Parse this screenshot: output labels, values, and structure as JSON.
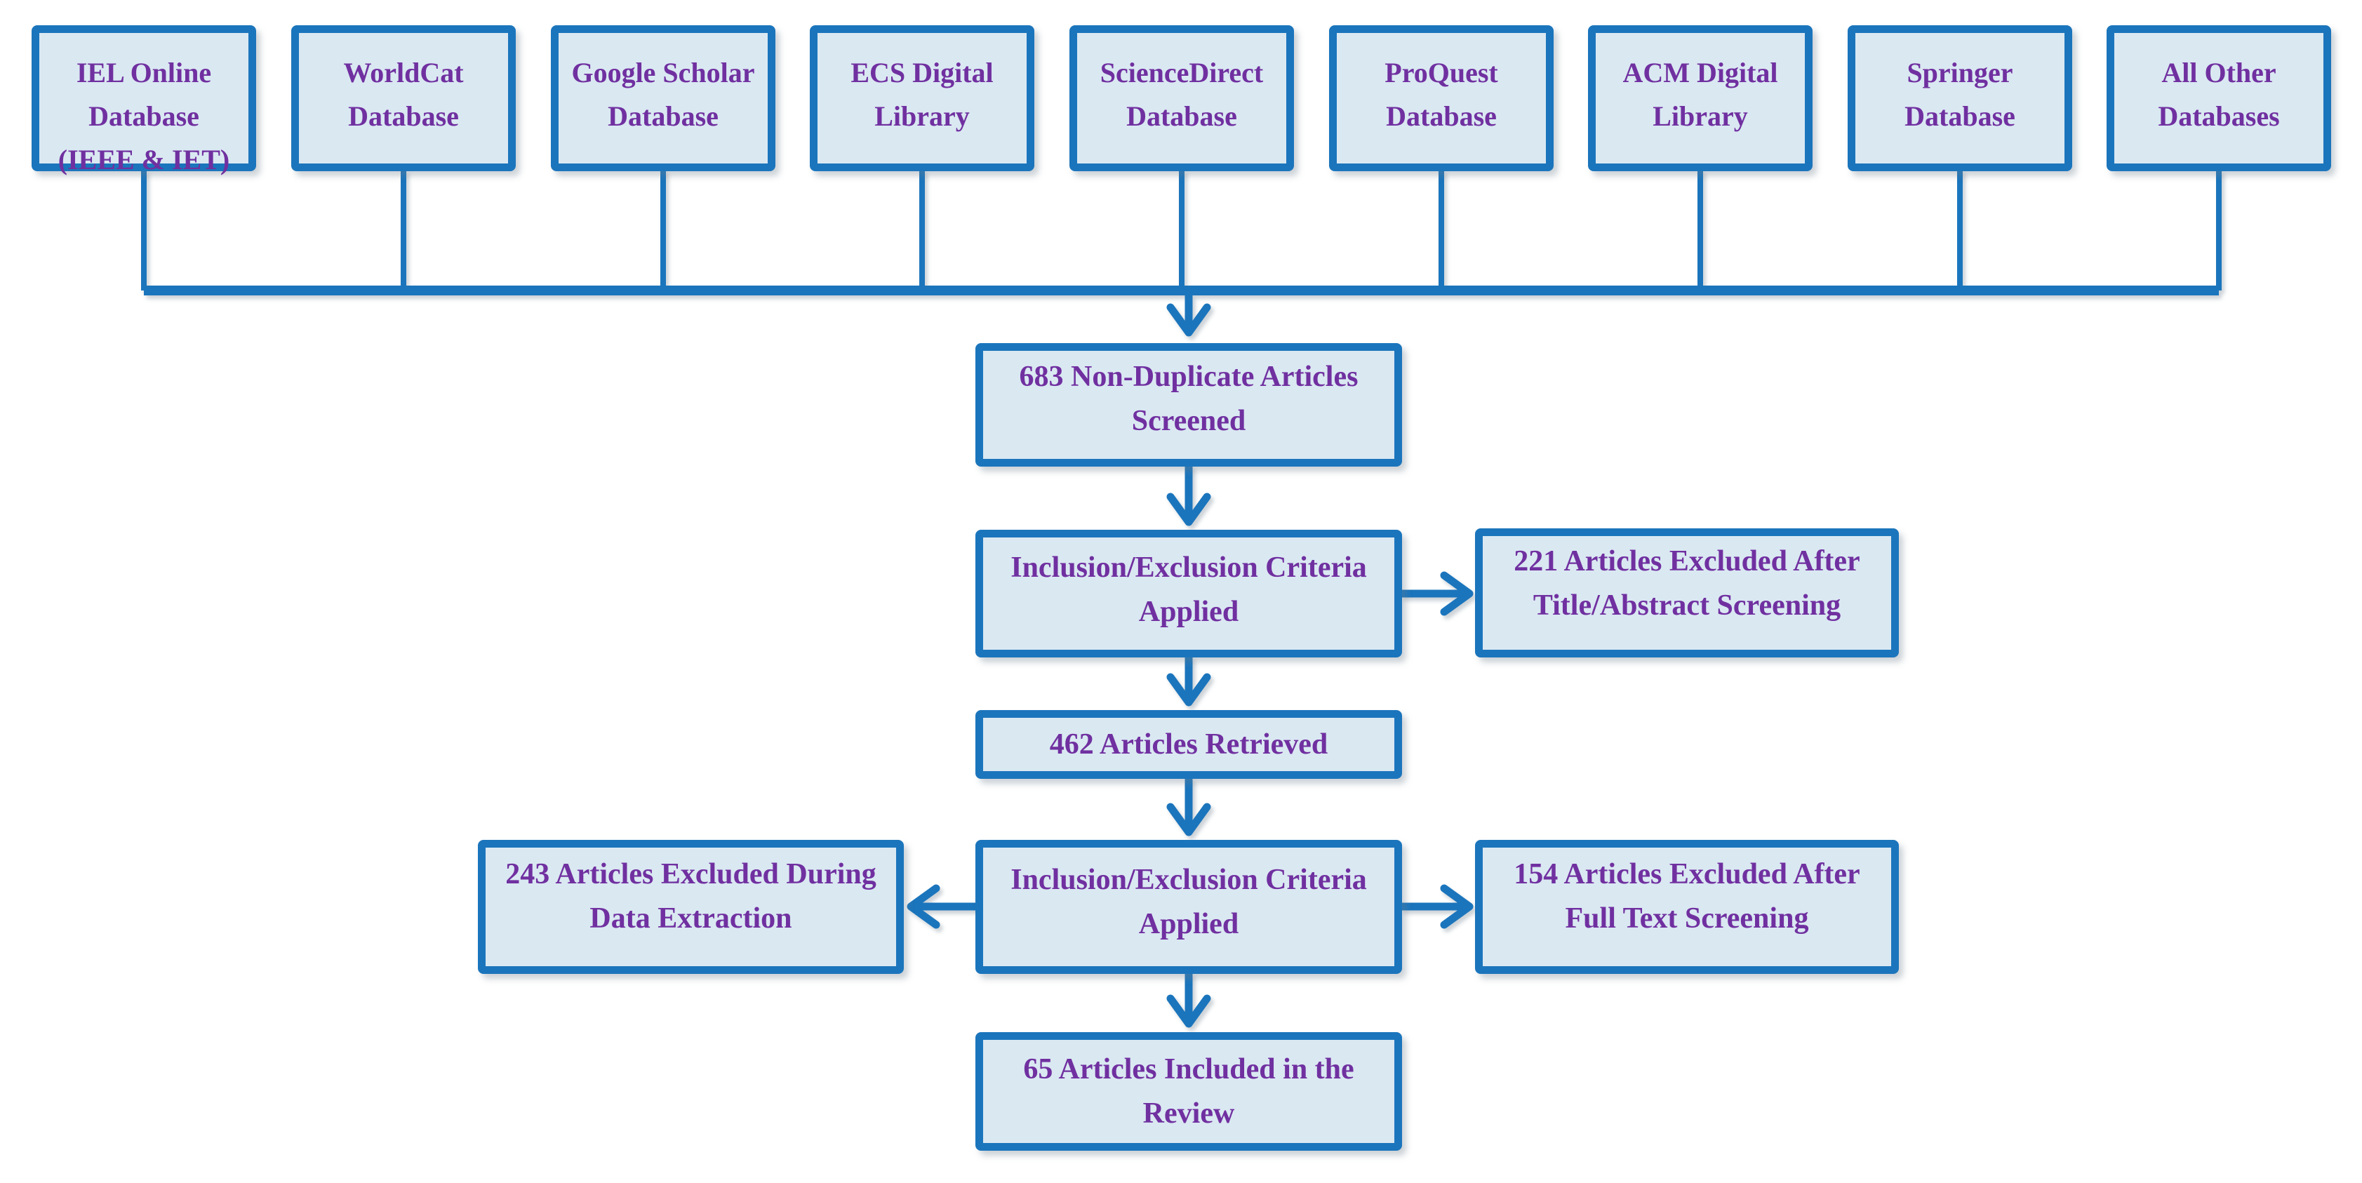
{
  "diagram": {
    "kind": "systematic-review-selection-flowchart",
    "sources": [
      "IEL Online\nDatabase\n(IEEE & IET)",
      "WorldCat\nDatabase",
      "Google Scholar\nDatabase",
      "ECS Digital\nLibrary",
      "ScienceDirect\nDatabase",
      "ProQuest\nDatabase",
      "ACM Digital\nLibrary",
      "Springer\nDatabase",
      "All Other\nDatabases"
    ],
    "flow": {
      "screened": "683 Non-Duplicate Articles\nScreened",
      "criteria_title_abstract": "Inclusion/Exclusion Criteria\nApplied",
      "excluded_title_abstract": "221 Articles Excluded After\nTitle/Abstract Screening",
      "retrieved": "462 Articles Retrieved",
      "criteria_full_text": "Inclusion/Exclusion Criteria\nApplied",
      "excluded_data_extraction": "243 Articles Excluded During\nData Extraction",
      "excluded_full_text": "154 Articles Excluded After\nFull Text Screening",
      "included": "65 Articles Included in the\nReview"
    },
    "counts": {
      "screened": 683,
      "excluded_title_abstract": 221,
      "retrieved": 462,
      "excluded_data_extraction": 243,
      "excluded_full_text": 154,
      "included": 65
    },
    "colors": {
      "box_border": "#1B75BC",
      "box_fill": "#DAE8F2",
      "text": "#7030A0",
      "connector": "#1B75BC"
    }
  }
}
